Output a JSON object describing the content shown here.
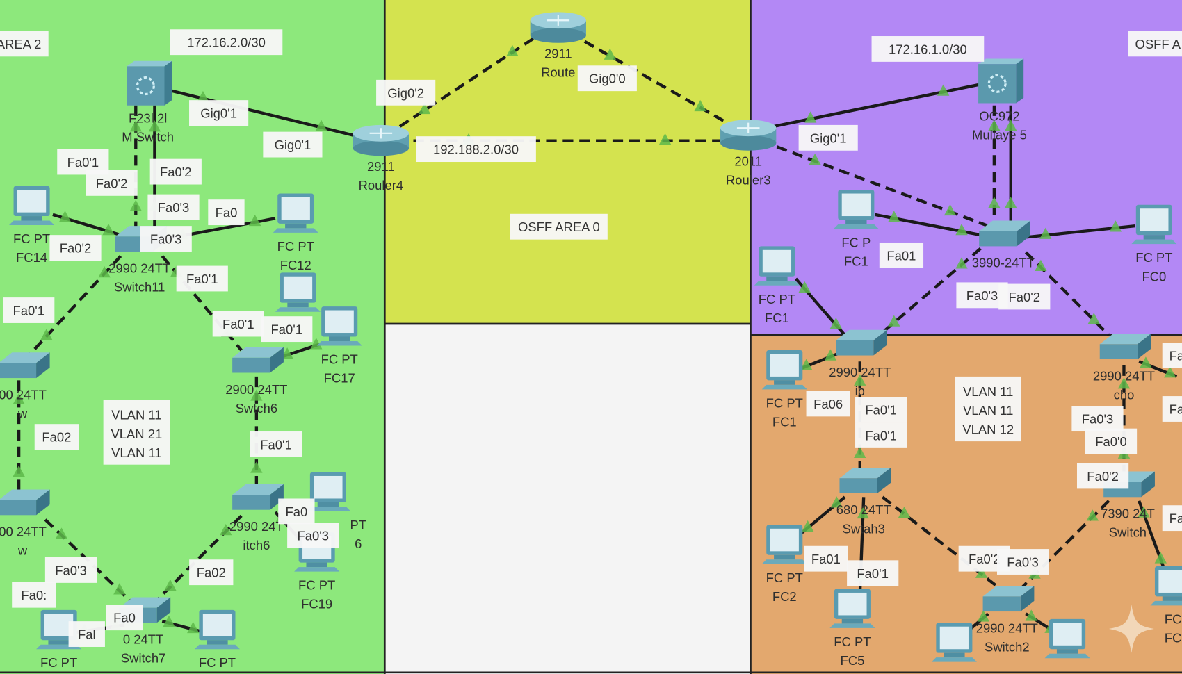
{
  "colors": {
    "area2_green": "#8de87c",
    "area0_yellow": "#d4e34f",
    "purple_area": "#b388f5",
    "orange_area": "#e3a86e",
    "link": "#1a1a1a",
    "link_up_marker": "#5db84a",
    "device_teal": "#5b99ad"
  },
  "areas": {
    "area2": "AREA 2",
    "area0": "OSFF AREA 0",
    "area_right": "OSFF A"
  },
  "networks": [
    "172.16.2.0/30",
    "192.188.2.0/30",
    "172.16.1.0/30"
  ],
  "devices": [
    {
      "icon": "router-icon",
      "lines": [
        "2911",
        "Route"
      ]
    },
    {
      "icon": "router-icon",
      "lines": [
        "2911",
        "Rouler4"
      ]
    },
    {
      "icon": "router-icon",
      "lines": [
        "2011",
        "Rouler3"
      ]
    },
    {
      "icon": "multilayer-switch-icon",
      "lines": [
        "F23l 2l",
        "M        Switch"
      ]
    },
    {
      "icon": "multilayer-switch-icon",
      "lines": [
        "OC972",
        "Mullaye 5"
      ]
    },
    {
      "icon": "switch-icon",
      "lines": [
        "2990 24TT",
        "Switch11"
      ]
    },
    {
      "icon": "switch-icon",
      "lines": [
        "00 24TT",
        "w"
      ]
    },
    {
      "icon": "switch-icon",
      "lines": [
        "2900 24TT",
        "Swtch6"
      ]
    },
    {
      "icon": "switch-icon",
      "lines": [
        "00 24TT",
        "w"
      ]
    },
    {
      "icon": "switch-icon",
      "lines": [
        "2990 24T",
        "itch6"
      ]
    },
    {
      "icon": "switch-icon",
      "lines": [
        "0 24TT",
        "Switch7"
      ]
    },
    {
      "icon": "switch-icon",
      "lines": [
        "3990-24TT",
        ""
      ]
    },
    {
      "icon": "switch-icon",
      "lines": [
        "2990 24TT",
        "ib"
      ]
    },
    {
      "icon": "switch-icon",
      "lines": [
        "2990 24TT",
        "cho"
      ]
    },
    {
      "icon": "switch-icon",
      "lines": [
        "680 24TT",
        "Swtah3"
      ]
    },
    {
      "icon": "switch-icon",
      "lines": [
        "7390 24T",
        "Switch"
      ]
    },
    {
      "icon": "switch-icon",
      "lines": [
        "2990 24TT",
        "Switch2"
      ]
    },
    {
      "icon": "pc-icon",
      "lines": [
        "FC PT",
        "FC14"
      ]
    },
    {
      "icon": "pc-icon",
      "lines": [
        "FC PT",
        "FC12"
      ]
    },
    {
      "icon": "pc-icon",
      "lines": [
        "",
        ""
      ]
    },
    {
      "icon": "pc-icon",
      "lines": [
        "FC PT",
        "FC17"
      ]
    },
    {
      "icon": "pc-icon",
      "lines": [
        "PT",
        "6"
      ]
    },
    {
      "icon": "pc-icon",
      "lines": [
        "FC PT",
        "FC19"
      ]
    },
    {
      "icon": "pc-icon",
      "lines": [
        "FC PT",
        ""
      ]
    },
    {
      "icon": "pc-icon",
      "lines": [
        "FC PT",
        ""
      ]
    },
    {
      "icon": "pc-icon",
      "lines": [
        "FC P",
        "FC1"
      ]
    },
    {
      "icon": "pc-icon",
      "lines": [
        "FC PT",
        "FC1"
      ]
    },
    {
      "icon": "pc-icon",
      "lines": [
        "FC PT",
        "FC0"
      ]
    },
    {
      "icon": "pc-icon",
      "lines": [
        "FC PT",
        "FC1"
      ]
    },
    {
      "icon": "pc-icon",
      "lines": [
        "FC PT",
        "FC2"
      ]
    },
    {
      "icon": "pc-icon",
      "lines": [
        "FC PT",
        "FC5"
      ]
    },
    {
      "icon": "pc-icon",
      "lines": [
        "",
        ""
      ]
    },
    {
      "icon": "pc-icon",
      "lines": [
        "",
        ""
      ]
    },
    {
      "icon": "pc-icon",
      "lines": [
        "FC",
        "FC"
      ]
    }
  ],
  "port_labels": [
    "Fa0'1",
    "Gig0'1",
    "Fa0'2",
    "Fa0'2",
    "Fa0'3",
    "Fa0",
    "Fa0'3",
    "Fa0'2",
    "Fa0'1",
    "Gig0'1",
    "Fa0'1",
    "Fa0'1",
    "Fa0'1",
    "Fa02",
    "Fa0'1",
    "Fa0",
    "Fa0'3",
    "Fa02",
    "Fa0:",
    "Fa0'3",
    "Fal",
    "Fa0",
    "Gig0'2",
    "Gig0'0",
    "Gig0'1",
    "Fa01",
    "Fa0'3",
    "Fa0'2",
    "Fa06",
    "Fa0'1",
    "Fa0'1",
    "Fa0'3",
    "Fa0'0",
    "Fa0'2",
    "Fa01",
    "Fa0'1",
    "Fa0'2",
    "Fa0'3",
    "Fa",
    "Fa",
    "Fa"
  ],
  "vlan_boxes": [
    [
      "VLAN 11",
      "VLAN 21",
      "VLAN 11"
    ],
    [
      "VLAN 11",
      "VLAN 11",
      "VLAN 12"
    ]
  ]
}
